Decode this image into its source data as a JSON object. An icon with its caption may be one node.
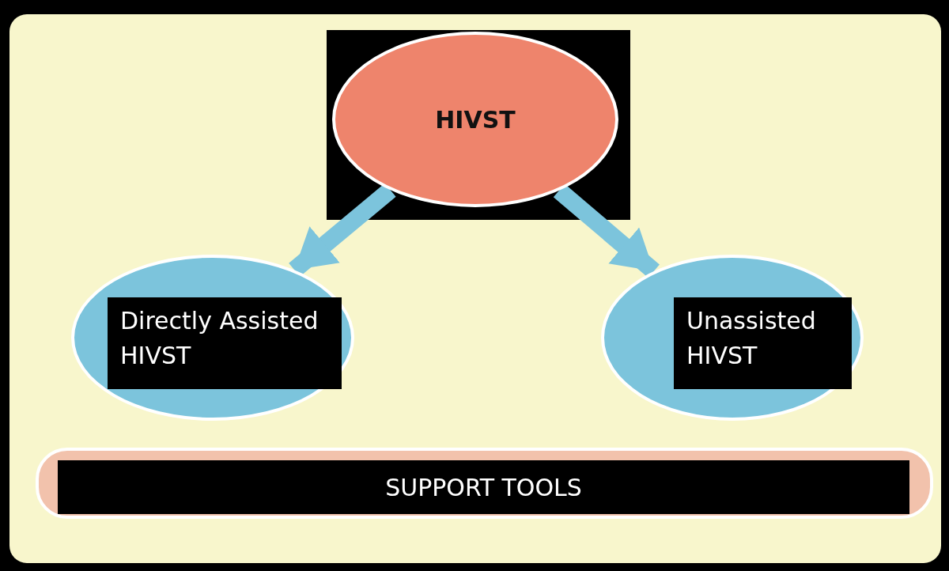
{
  "diagram": {
    "nodes": [
      {
        "text": [
          "HIVST"
        ]
      },
      {
        "text": [
          "Directly Assisted HIVST"
        ]
      },
      {
        "text": [
          "Unassisted HIVST"
        ]
      },
      {
        "text": [
          "SUPPORT TOOLS"
        ]
      }
    ],
    "edges": [
      {
        "from": 0,
        "to": 1,
        "arrow": "to"
      },
      {
        "from": 0,
        "to": 2,
        "arrow": "to"
      }
    ]
  }
}
